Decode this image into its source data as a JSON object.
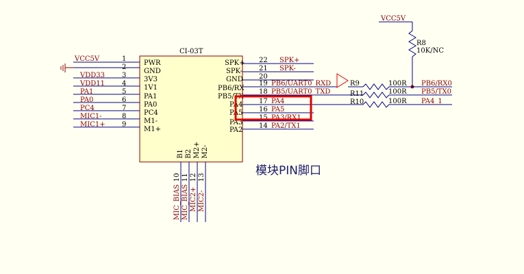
{
  "chip": {
    "name": "CI-03T",
    "left_pins": [
      {
        "num": "1",
        "name": "PWR",
        "net": "VCC5V"
      },
      {
        "num": "2",
        "name": "GND",
        "net": ""
      },
      {
        "num": "3",
        "name": "3V3",
        "net": "VDD33"
      },
      {
        "num": "4",
        "name": "1V1",
        "net": "VDD11"
      },
      {
        "num": "5",
        "name": "PA1",
        "net": "PA1"
      },
      {
        "num": "6",
        "name": "PA0",
        "net": "PA0"
      },
      {
        "num": "7",
        "name": "PC4",
        "net": "PC4"
      },
      {
        "num": "8",
        "name": "M1-",
        "net": "MIC1-"
      },
      {
        "num": "9",
        "name": "M1+",
        "net": "MIC1+"
      }
    ],
    "right_pins": [
      {
        "num": "22",
        "name": "SPK+",
        "net": "SPK+"
      },
      {
        "num": "21",
        "name": "SPK-",
        "net": "SPK-"
      },
      {
        "num": "20",
        "name": "GND",
        "net": ""
      },
      {
        "num": "19",
        "name": "PB6/RX",
        "net": "PB6/UART0_RXD"
      },
      {
        "num": "18",
        "name": "PB5/TX",
        "net": "PB5/UART0_TXD"
      },
      {
        "num": "17",
        "name": "PA4",
        "net": "PA4"
      },
      {
        "num": "16",
        "name": "PA5",
        "net": "PA5"
      },
      {
        "num": "15",
        "name": "PA3",
        "net": "PA3/RX1"
      },
      {
        "num": "14",
        "name": "PA2",
        "net": "PA2/TX1"
      }
    ],
    "bottom_pins": [
      {
        "num": "10",
        "name": "B1",
        "net": "MIC_BIAS"
      },
      {
        "num": "11",
        "name": "B2",
        "net": "MIC_BIAS"
      },
      {
        "num": "12",
        "name": "M2+",
        "net": "MIC2+"
      },
      {
        "num": "13",
        "name": "M2-",
        "net": "MIC2-"
      }
    ]
  },
  "pullup": {
    "supply": "VCC5V",
    "ref": "R8",
    "value": "10K/NC"
  },
  "series_resistors": [
    {
      "ref": "R9",
      "value": "100R",
      "out_net": "PB6/RX0"
    },
    {
      "ref": "R11",
      "value": "100R",
      "out_net": "PB5/TX0"
    },
    {
      "ref": "R10",
      "value": "100R",
      "out_net": "PA4_1"
    }
  ],
  "caption": "模块PIN脚口",
  "colors": {
    "wire": "#00008b",
    "net_label": "#8b0000",
    "chip_fill": "#ffffcc",
    "highlight": "#e00000"
  }
}
